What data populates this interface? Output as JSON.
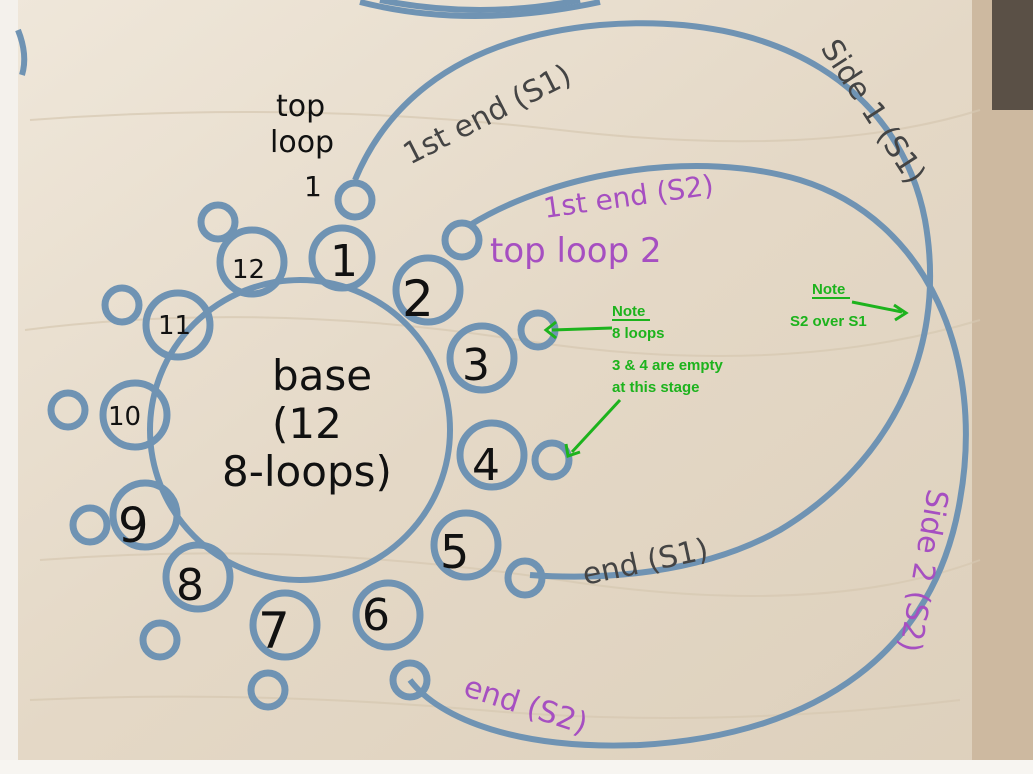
{
  "colors": {
    "board": "#e6dccd",
    "wire": "#6f93b3",
    "ink_black": "#111111",
    "ink_grey": "#444444",
    "ink_purple": "#a64fc1",
    "note_green": "#1db31d"
  },
  "labels": {
    "top_loop_1": [
      "top",
      "loop",
      "1"
    ],
    "top_loop_2": "top loop 2",
    "first_end_s1": "1st end (S1)",
    "first_end_s2": "1st end (S2)",
    "side_1": "Side 1 (S1)",
    "side_2": "Side 2 (S2)",
    "end_s1": "end (S1)",
    "end_s2": "end (S2)",
    "base": [
      "base",
      "(12",
      "8-loops)"
    ]
  },
  "loop_numbers": [
    "1",
    "2",
    "3",
    "4",
    "5",
    "6",
    "7",
    "8",
    "9",
    "10",
    "11",
    "12"
  ],
  "note_loops": [
    "Note",
    "8 loops",
    "3 & 4 are empty",
    "at this  stage"
  ],
  "note_sides": [
    "Note",
    "S2 over S1"
  ]
}
